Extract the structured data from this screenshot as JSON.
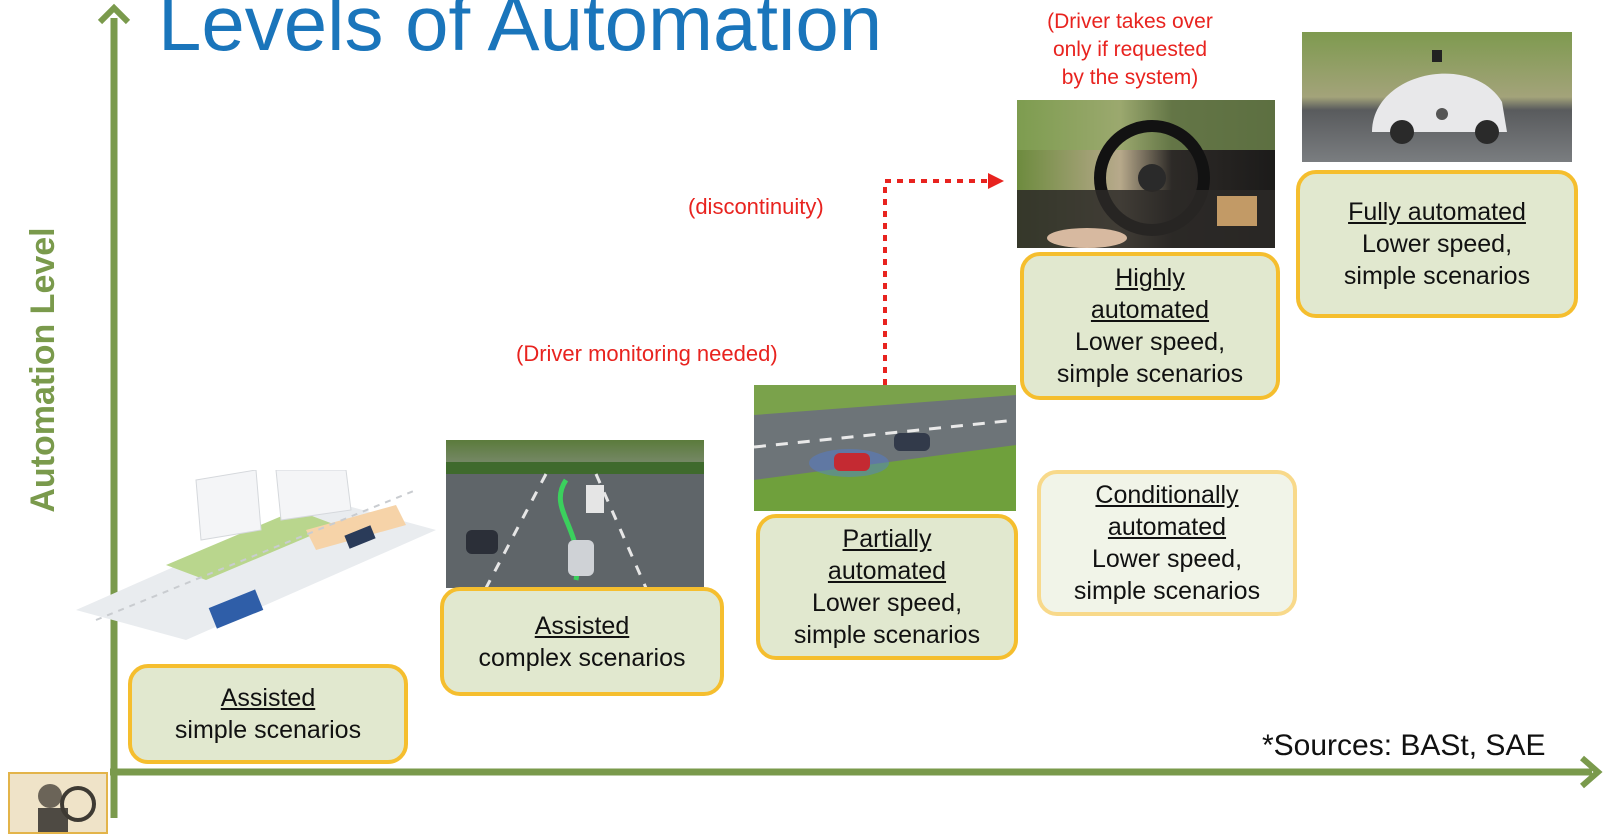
{
  "title": "Levels of Automation",
  "y_axis_label": "Automation Level",
  "levels": [
    {
      "heading": "Assisted",
      "lines": [
        "simple scenarios"
      ]
    },
    {
      "heading": "Assisted",
      "lines": [
        "complex scenarios"
      ]
    },
    {
      "heading": "Partially automated",
      "heading_lines": [
        "Partially",
        "automated"
      ],
      "lines": [
        "Lower speed,",
        "simple scenarios"
      ]
    },
    {
      "heading": "Conditionally automated",
      "heading_lines": [
        "Conditionally",
        "automated"
      ],
      "lines": [
        "Lower speed,",
        "simple scenarios"
      ]
    },
    {
      "heading": "Highly automated",
      "heading_lines": [
        "Highly",
        "automated"
      ],
      "lines": [
        "Lower speed,",
        "simple scenarios"
      ]
    },
    {
      "heading": "Fully automated",
      "lines": [
        "Lower speed,",
        "simple scenarios"
      ]
    }
  ],
  "annotations": {
    "driver_monitoring": "(Driver monitoring needed)",
    "discontinuity": "(discontinuity)",
    "driver_takeover": [
      "(Driver takes over",
      "only if requested",
      "by the system)"
    ]
  },
  "sources": "*Sources: BASt, SAE",
  "colors": {
    "title": "#1a75bb",
    "axis": "#7a9a4c",
    "box_border": "#f5be2e",
    "box_fill": "#e1e8cf",
    "annotation": "#e8231f"
  }
}
